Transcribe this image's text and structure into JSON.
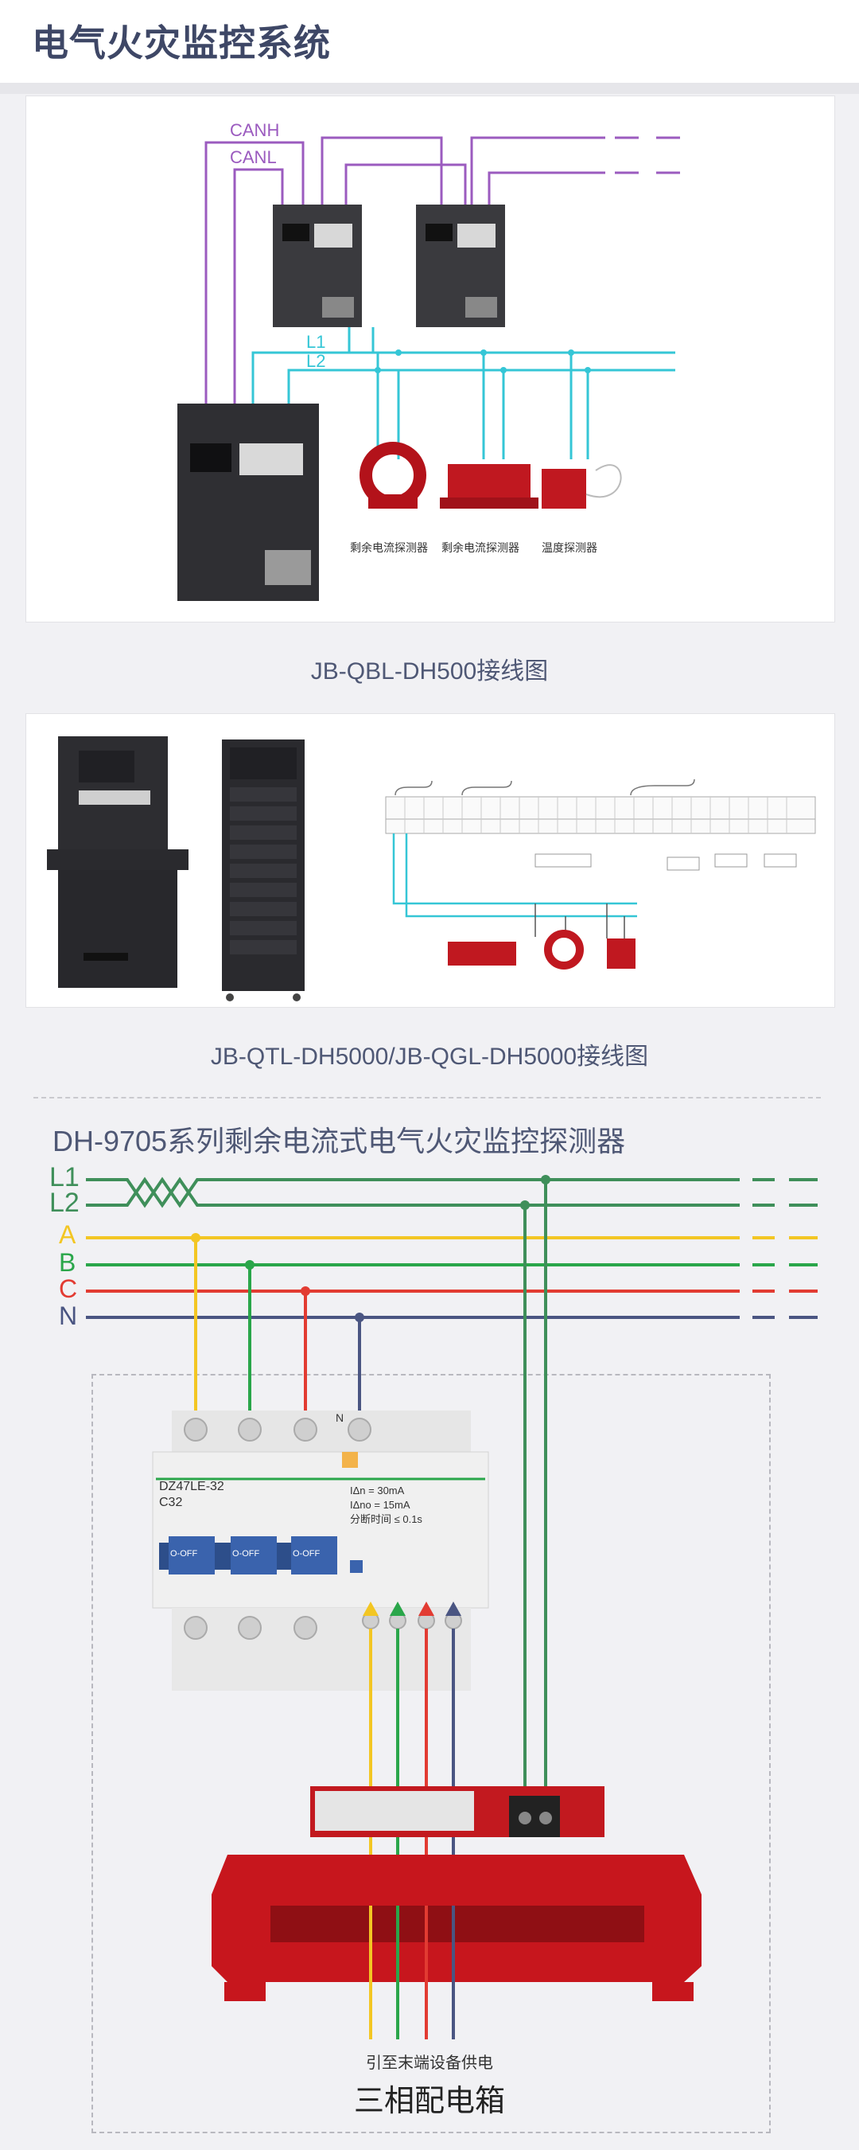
{
  "page": {
    "title": "电气火灾监控系统"
  },
  "diagram1": {
    "bus_labels": {
      "canh": "CANH",
      "canl": "CANL",
      "l1": "L1",
      "l2": "L2"
    },
    "detector_labels": [
      "剩余电流探测器",
      "剩余电流探测器",
      "温度探测器"
    ],
    "caption": "JB-QBL-DH500接线图"
  },
  "diagram2": {
    "caption": "JB-QTL-DH5000/JB-QGL-DH5000接线图"
  },
  "diagram3": {
    "title": "DH-9705系列剩余电流式电气火灾监控探测器",
    "lines": [
      {
        "label": "L1",
        "color": "#3f8f5a"
      },
      {
        "label": "L2",
        "color": "#3f8f5a"
      },
      {
        "label": "A",
        "color": "#f3c623"
      },
      {
        "label": "B",
        "color": "#2aa64a"
      },
      {
        "label": "C",
        "color": "#e23b32"
      },
      {
        "label": "N",
        "color": "#4a5582"
      }
    ],
    "breaker": {
      "model": "DZ47LE-32",
      "rating": "C32",
      "n_label": "N",
      "spec_lines": [
        "IΔn = 30mA",
        "IΔno = 15mA",
        "分断时间 ≤ 0.1s"
      ],
      "off_labels": [
        "O-OFF",
        "O-OFF",
        "O-OFF"
      ]
    },
    "bottom_note": "引至末端设备供电",
    "bottom_title": "三相配电箱"
  }
}
